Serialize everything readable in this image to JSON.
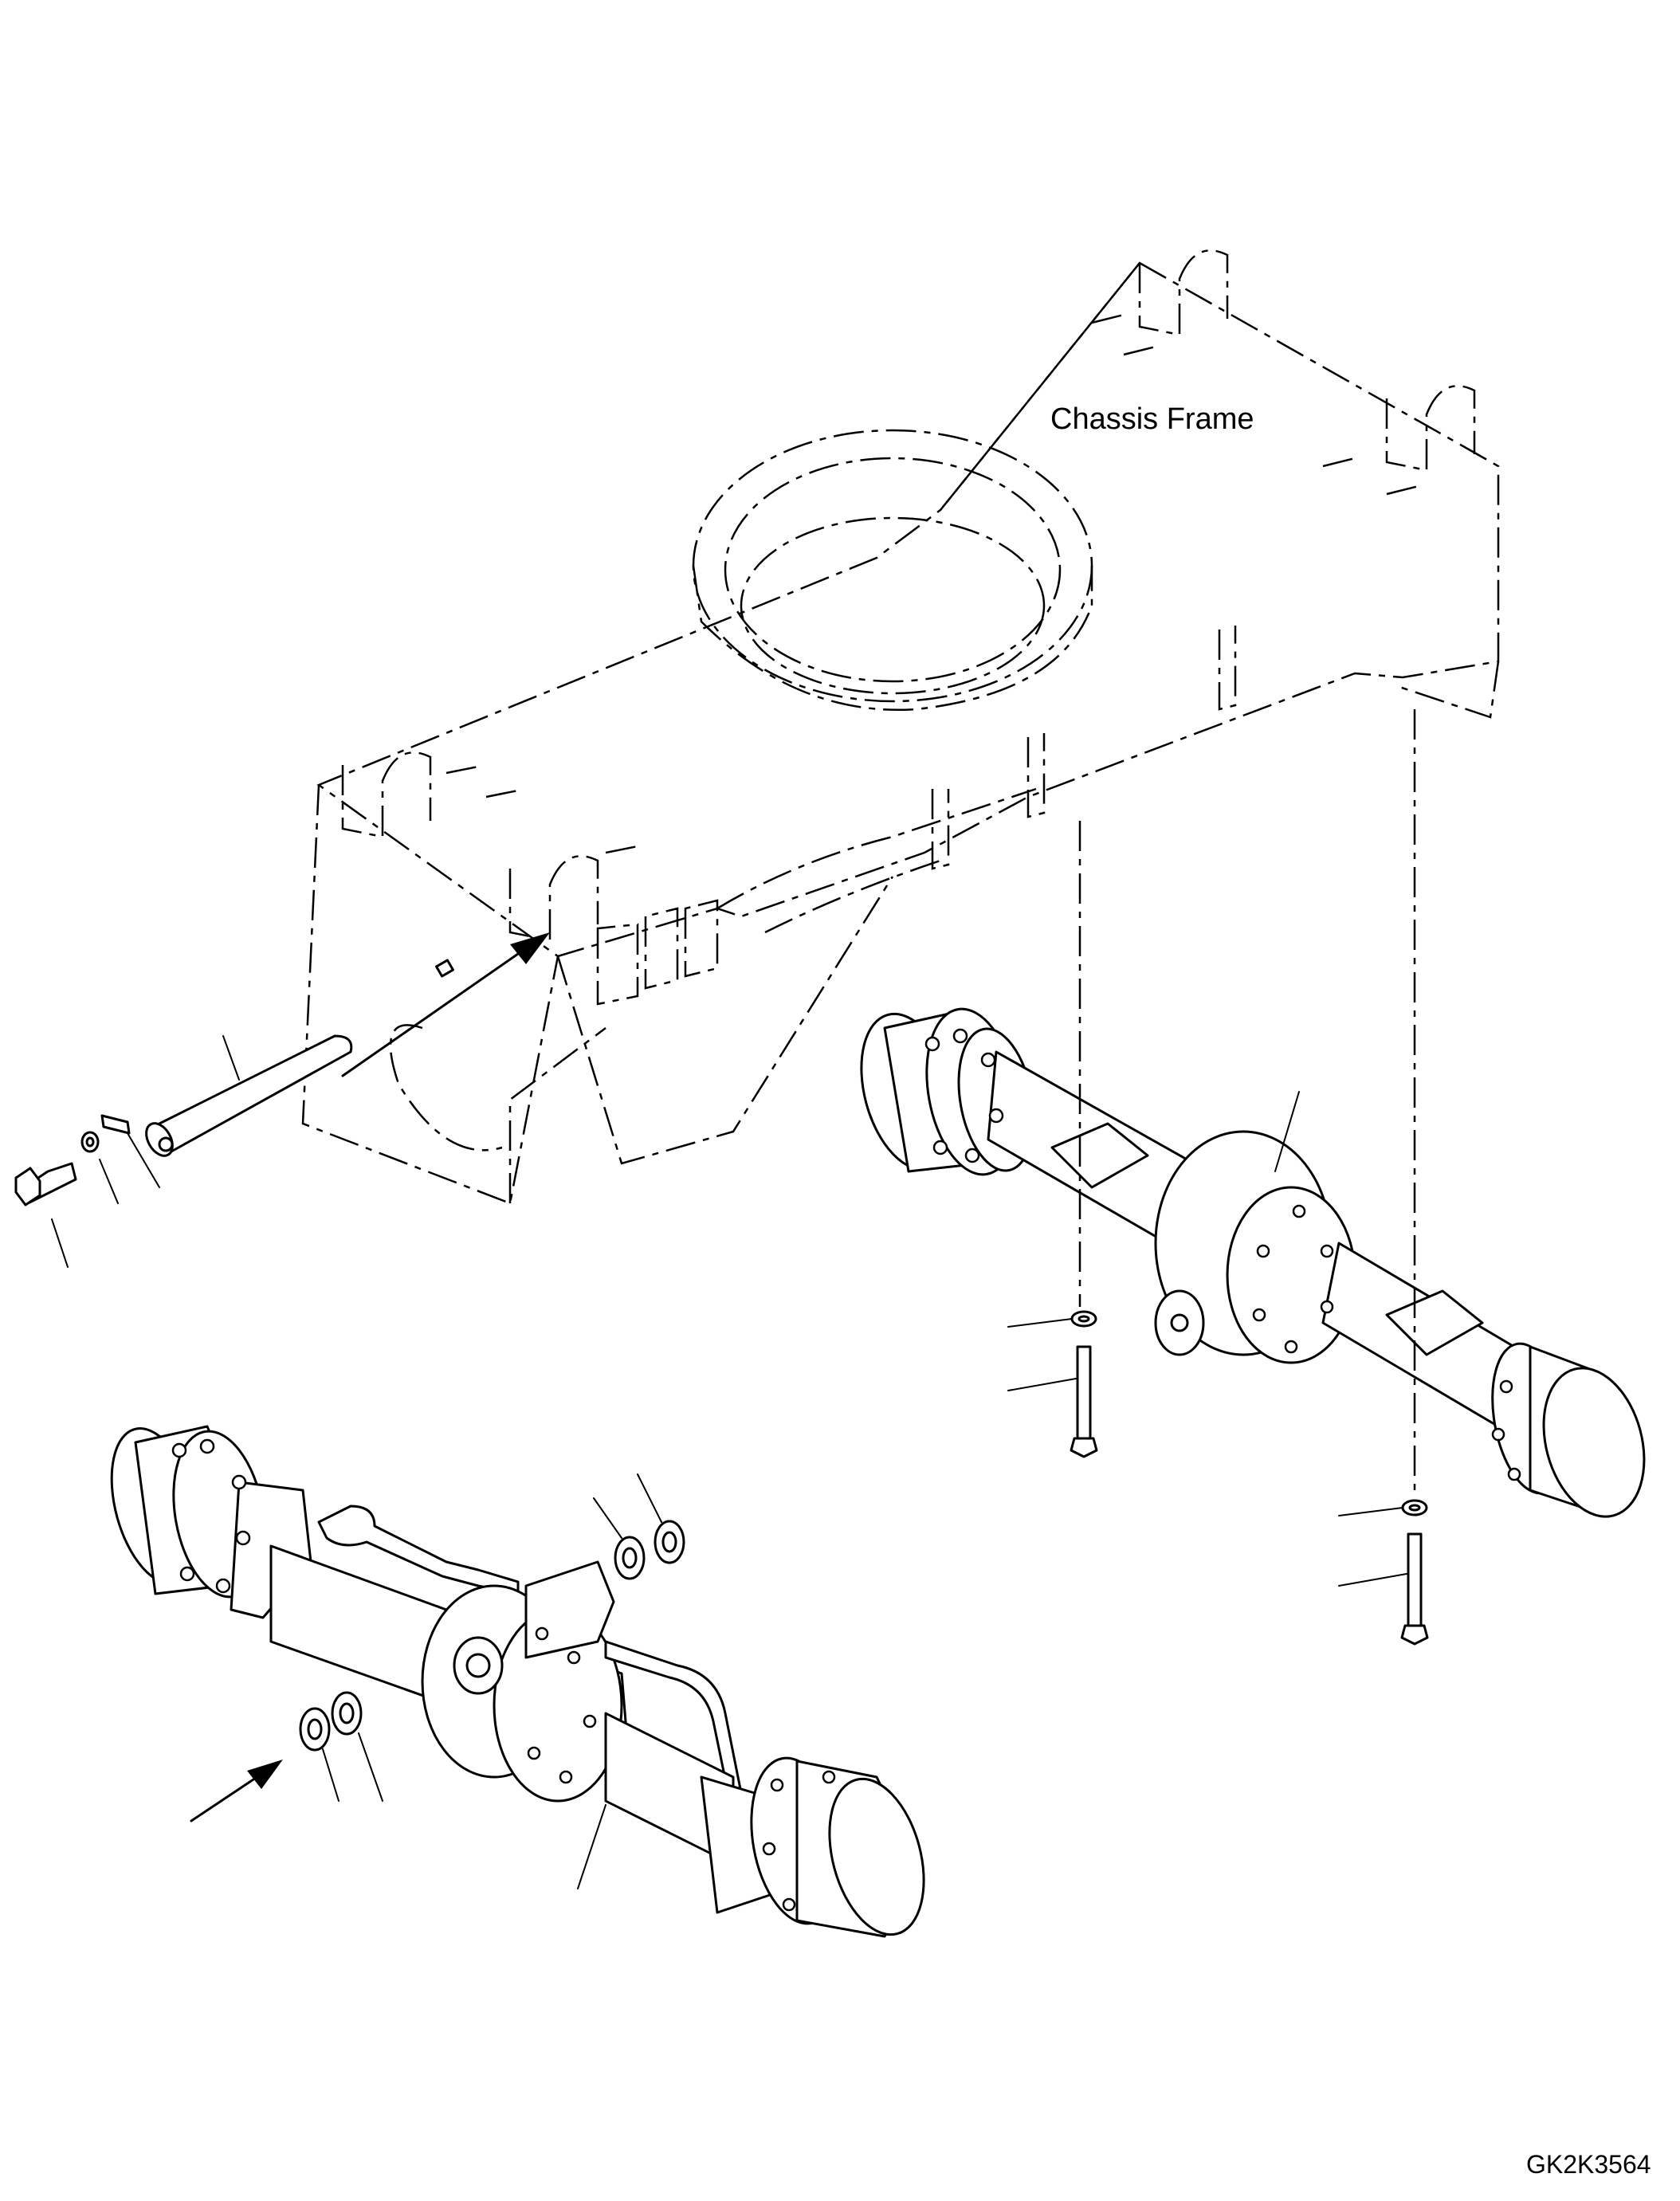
{
  "diagram": {
    "frame_label": "Chassis Frame",
    "drawing_code": "GK2K3564"
  },
  "icons": {
    "chassis_frame": "chassis-frame-outline",
    "pin": "pivot-pin",
    "rear_axle": "rear-axle-assembly",
    "front_axle": "front-axle-assembly",
    "washer": "washer",
    "bolt": "hex-bolt",
    "arrow": "assembly-direction-arrow"
  }
}
